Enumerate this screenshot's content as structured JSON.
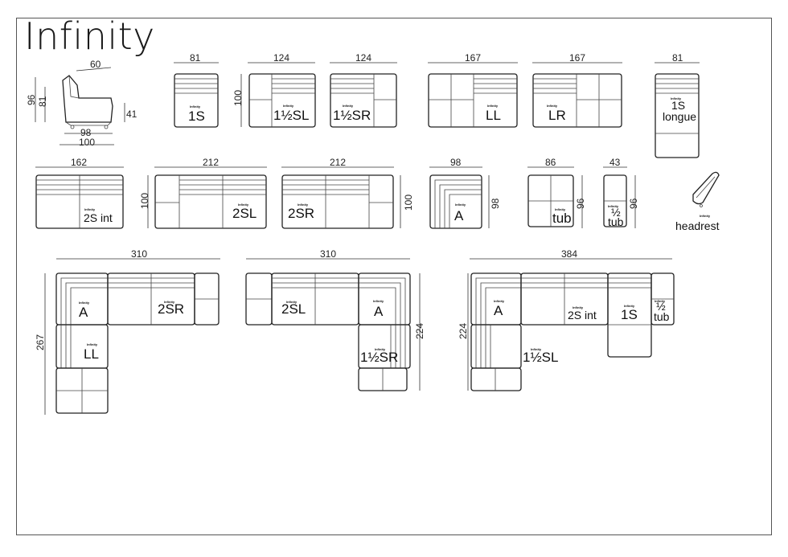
{
  "title": "Infinity",
  "brand": "Infinity",
  "side_view": {
    "w": "60",
    "h1": "96",
    "h2": "81",
    "seat": "41",
    "d1": "98",
    "d2": "100"
  },
  "modules": [
    {
      "label": "1S",
      "width": "81",
      "depth": ""
    },
    {
      "label": "1½SL",
      "width": "124",
      "depth": "100"
    },
    {
      "label": "1½SR",
      "width": "124",
      "depth": ""
    },
    {
      "label": "LL",
      "width": "167",
      "depth": ""
    },
    {
      "label": "LR",
      "width": "167",
      "depth": ""
    },
    {
      "label": "1S",
      "label2": "longue",
      "width": "81",
      "depth": ""
    },
    {
      "label": "2S int",
      "width": "162",
      "depth": ""
    },
    {
      "label": "2SL",
      "width": "212",
      "depth": "100"
    },
    {
      "label": "2SR",
      "width": "212",
      "depth": "100"
    },
    {
      "label": "A",
      "width": "98",
      "depth": "98"
    },
    {
      "label": "tub",
      "width": "86",
      "depth": "96"
    },
    {
      "label": "tub",
      "label_top": "½",
      "width": "43",
      "depth": "96"
    },
    {
      "label": "headrest"
    }
  ],
  "combos": [
    {
      "width": "310",
      "height": "267",
      "parts": [
        "A",
        "2SR",
        "LL"
      ]
    },
    {
      "width": "310",
      "height": "224",
      "parts": [
        "2SL",
        "A",
        "1½SR"
      ]
    },
    {
      "width": "384",
      "height": "224",
      "parts": [
        "A",
        "2S int",
        "1S",
        "½",
        "tub",
        "1½SL"
      ]
    }
  ]
}
